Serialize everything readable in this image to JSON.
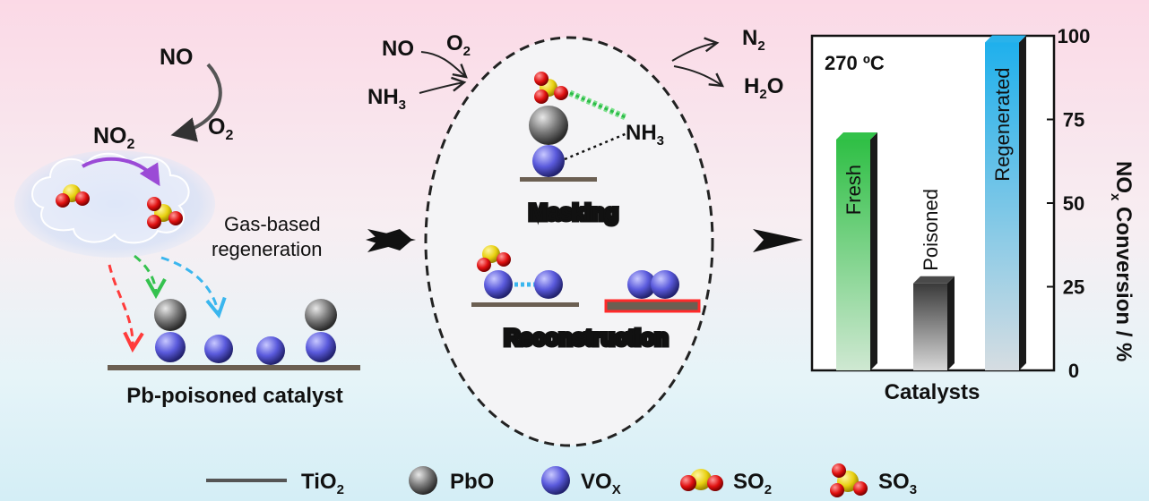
{
  "reaction": {
    "no_left": "NO",
    "o2_left": "O",
    "o2_left_sub": "2",
    "no2": "NO",
    "no2_sub": "2",
    "no_center": "NO",
    "o2_center": "O",
    "o2_center_sub": "2",
    "nh3_center": "NH",
    "nh3_center_sub": "3",
    "n2": "N",
    "n2_sub": "2",
    "h2o_h": "H",
    "h2o_sub": "2",
    "h2o_o": "O",
    "nh3_mask": "NH",
    "nh3_mask_sub": "3"
  },
  "labels": {
    "gas_based_1": "Gas-based",
    "gas_based_2": "regeneration",
    "pb_poisoned": "Pb-poisoned catalyst",
    "masking": "Masking",
    "reconstruction": "Reconstruction"
  },
  "chart_data": {
    "type": "bar",
    "title": "270 ºC",
    "xlabel": "Catalysts",
    "ylabel": "NO",
    "ylabel_sub": "x",
    "ylabel_rest": " Conversion / %",
    "categories": [
      "Fresh",
      "Poisoned",
      "Regenerated"
    ],
    "values": [
      69,
      26,
      98
    ],
    "ylim": [
      0,
      100
    ],
    "yticks": [
      "0",
      "25",
      "50",
      "75",
      "100"
    ],
    "colors": [
      "#33c24a",
      "#4a4a4a",
      "#2ab2ea"
    ]
  },
  "legend": {
    "tio2": "TiO",
    "tio2_sub": "2",
    "pbo": "PbO",
    "vox": "VO",
    "vox_sub": "X",
    "so2": "SO",
    "so2_sub": "2",
    "so3": "SO",
    "so3_sub": "3"
  }
}
